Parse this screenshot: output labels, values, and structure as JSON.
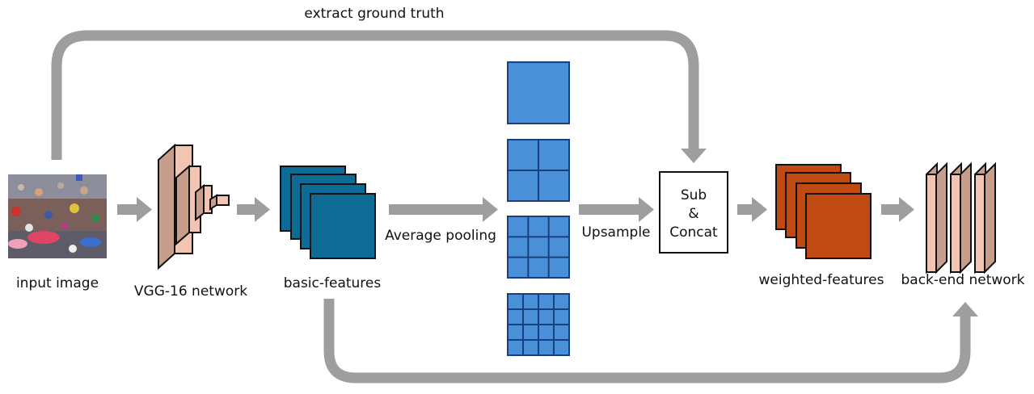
{
  "labels": {
    "top_arrow": "extract ground truth",
    "input": "input image",
    "vgg": "VGG-16 network",
    "basic": "basic-features",
    "pooling": "Average pooling",
    "upsample": "Upsample",
    "sub_line1": "Sub",
    "sub_line2": "&",
    "sub_line3": "Concat",
    "weighted": "weighted-features",
    "backend": "back-end network"
  },
  "pool_grids": [
    1,
    2,
    3,
    4
  ],
  "colors": {
    "arrow": "#9e9e9e",
    "vgg_fill": "#f2c4b2",
    "vgg_side": "#c79e8c",
    "basic_fill": "#0e6b96",
    "pool_fill": "#4a90d9",
    "pool_border": "#1a3f80",
    "weighted_fill": "#c04a14",
    "backend_fill": "#f2c4b2",
    "backend_side": "#c79e8c"
  }
}
